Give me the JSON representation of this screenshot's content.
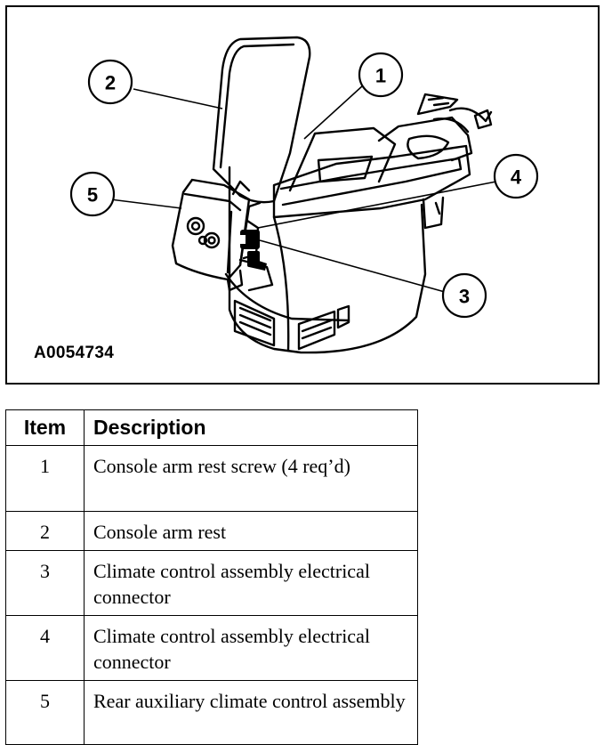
{
  "figure": {
    "id": "A0054734",
    "callouts": [
      "1",
      "2",
      "3",
      "4",
      "5"
    ]
  },
  "legend": {
    "headers": {
      "item": "Item",
      "description": "Description"
    },
    "rows": [
      {
        "item": "1",
        "description": "Console arm rest screw (4 req’d)"
      },
      {
        "item": "2",
        "description": "Console arm rest"
      },
      {
        "item": "3",
        "description": "Climate control assembly electrical connector"
      },
      {
        "item": "4",
        "description": "Climate control assembly electrical connector"
      },
      {
        "item": "5",
        "description": "Rear auxiliary climate control assembly"
      }
    ]
  }
}
